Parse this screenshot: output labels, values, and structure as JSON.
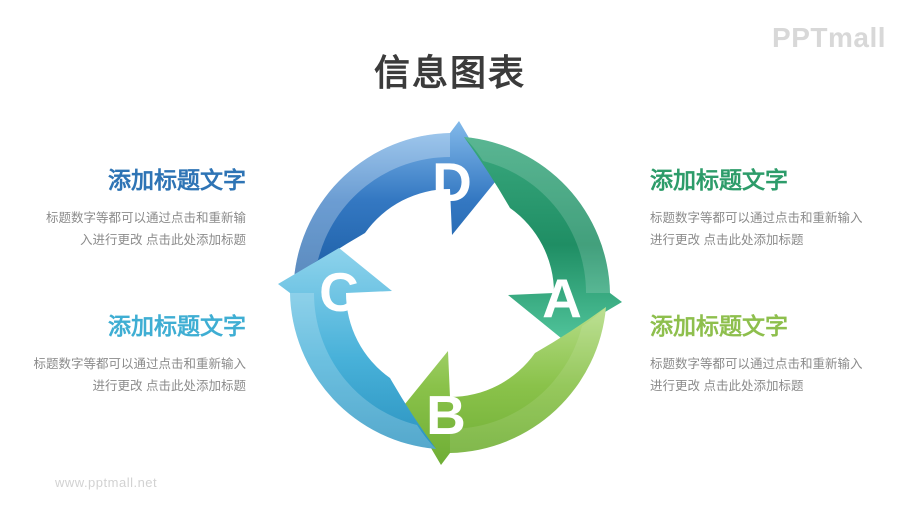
{
  "header": {
    "title": "信息图表",
    "logo": "PPTmall"
  },
  "watermark": "www.pptmall.net",
  "cycle": {
    "type": "cycle-diagram",
    "direction": "clockwise",
    "arrows": [
      {
        "label": "D",
        "position": "top",
        "color": "#3478c2"
      },
      {
        "label": "A",
        "position": "right",
        "color": "#279a70"
      },
      {
        "label": "B",
        "position": "bottom",
        "color": "#8ac24a"
      },
      {
        "label": "C",
        "position": "left",
        "color": "#48b1d9"
      }
    ]
  },
  "text_blocks": [
    {
      "id": "top-left",
      "title": "添加标题文字",
      "title_color": "#2e74b5",
      "align": "right",
      "body_lines": [
        "标题数字等都可以通过点击和重新输",
        "入进行更改 点击此处添加标题"
      ]
    },
    {
      "id": "bottom-left",
      "title": "添加标题文字",
      "title_color": "#3faed3",
      "align": "right",
      "body_lines": [
        "标题数字等都可以通过点击和重新输入",
        "进行更改 点击此处添加标题"
      ]
    },
    {
      "id": "top-right",
      "title": "添加标题文字",
      "title_color": "#2d9c6a",
      "align": "left",
      "body_lines": [
        "标题数字等都可以通过点击和重新输入",
        "进行更改 点击此处添加标题"
      ]
    },
    {
      "id": "bottom-right",
      "title": "添加标题文字",
      "title_color": "#8ebf4d",
      "align": "left",
      "body_lines": [
        "标题数字等都可以通过点击和重新输入",
        "进行更改 点击此处添加标题"
      ]
    }
  ]
}
